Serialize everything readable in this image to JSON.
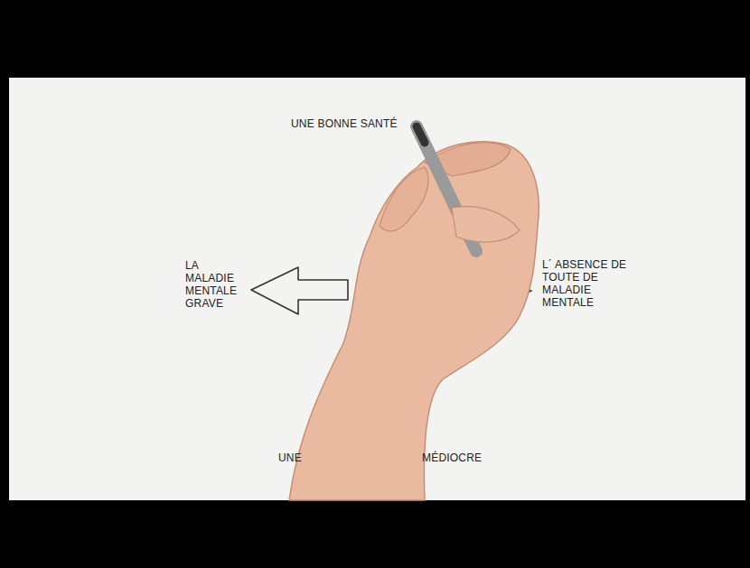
{
  "diagram": {
    "labels": [
      "UNE BONNE SANTÉ",
      "LA MALADIE MENTALE GRAVE",
      "L´ ABSENCE DE TOUTE DE MALADIE MENTALE",
      "UNE",
      "MÉDIOCRE"
    ]
  }
}
